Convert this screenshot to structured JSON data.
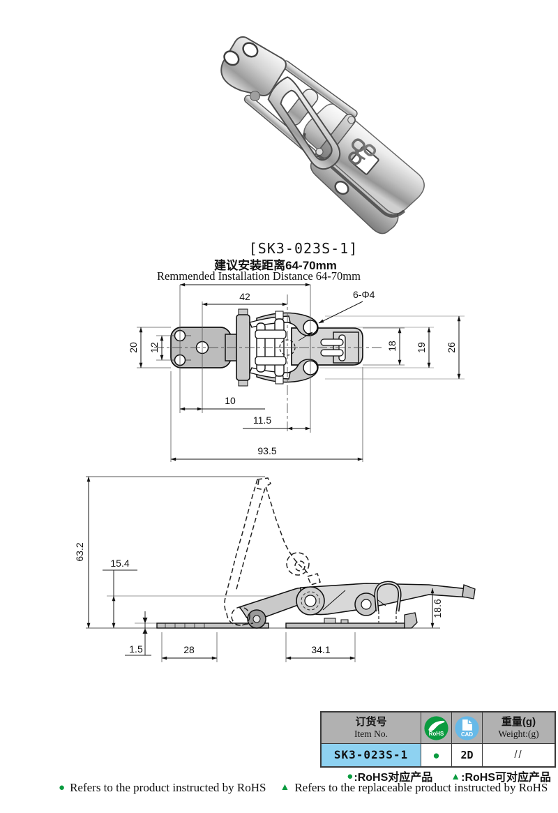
{
  "title": "[SK3-023S-1]",
  "installation_note": {
    "zh": "建议安装距离64-70mm",
    "en": "Remmended Installation Distance 64-70mm"
  },
  "top_view": {
    "dims": {
      "span_42": "42",
      "holes_callout": "6-Φ4",
      "plate_h_20": "20",
      "holes_12": "12",
      "body_18": "18",
      "holes_19": "19",
      "bracket_26": "26",
      "off_10": "10",
      "off_11_5": "11.5",
      "total_93_5": "93.5"
    }
  },
  "side_view": {
    "dims": {
      "open_63_2": "63.2",
      "ref_15_4": "15.4",
      "h_18_6": "18.6",
      "t_1_5": "1.5",
      "len_28": "28",
      "len_34_1": "34.1"
    }
  },
  "spec_table": {
    "header": {
      "item_zh": "订货号",
      "item_en": "Item No.",
      "rohs_label": "RoHS",
      "cad_label": "CAD",
      "weight_zh": "重量(g)",
      "weight_en": "Weight:(g)"
    },
    "row": {
      "item_no": "SK3-023S-1",
      "rohs": "●",
      "cad": "2D",
      "weight": "//"
    }
  },
  "legend": {
    "dot_marker": "●",
    "dot_text": ":RoHS对应产品",
    "tri_marker": "▲",
    "tri_text": ":RoHS可对应产品"
  },
  "footer": {
    "dot_marker": "●",
    "dot_text": "Refers to the product instructed by RoHS",
    "tri_marker": "▲",
    "tri_text": "Refers to the replaceable product instructed by RoHS"
  },
  "colors": {
    "green": "#0a9b3f",
    "cad_blue": "#66b9e8",
    "item_bg": "#8ed2f1",
    "header_bg": "#b1b1b1"
  }
}
